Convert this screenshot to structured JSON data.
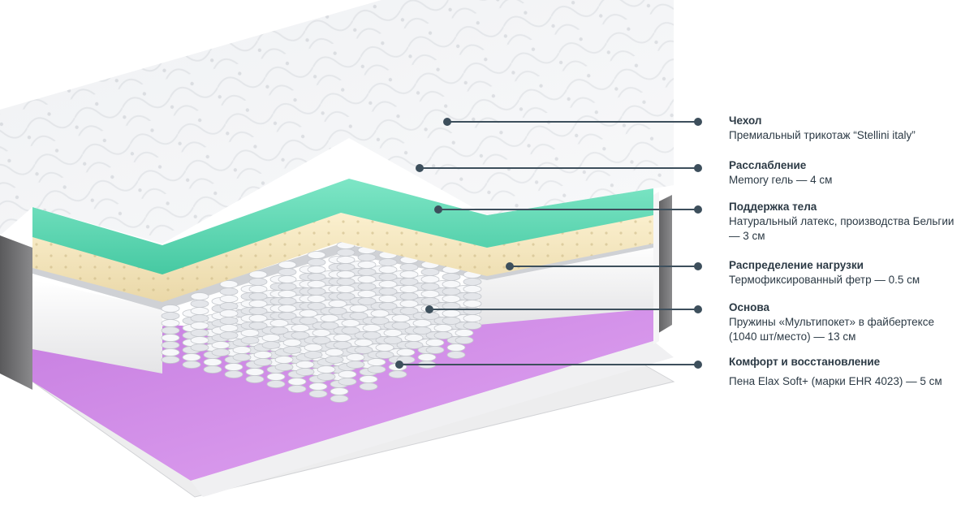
{
  "colors": {
    "leader_line": "#3d4f5c",
    "cover_fabric": "#f1f2f4",
    "gel_layer": "#56d6b0",
    "latex_layer": "#f4e6be",
    "felt_layer": "#c9ccd0",
    "foam_white": "#f3f3f3",
    "base_foam": "#d28ee8",
    "side_panel": "#6d6d6d",
    "text": "#2c3a45"
  },
  "layers": [
    {
      "id": "cover",
      "title": "Чехол",
      "description": "Премиальный трикотаж “Stellini italy”",
      "icon": "knit-fabric"
    },
    {
      "id": "relax",
      "title": "Расслабление",
      "description": "Memory гель — 4 см",
      "icon": "gel-foam"
    },
    {
      "id": "support",
      "title": "Поддержка тела",
      "description": "Натуральный латекс, производства Бельгии — 3 см",
      "icon": "latex"
    },
    {
      "id": "distrib",
      "title": "Распределение нагрузки",
      "description": "Термофиксированный фетр — 0.5 см",
      "icon": "felt"
    },
    {
      "id": "base",
      "title": "Основа",
      "description": "Пружины «Мультипокет» в файбертексе (1040 шт/место) — 13 см",
      "icon": "pocket-springs"
    },
    {
      "id": "comfort",
      "title": "Комфорт и восстановление",
      "description": "Пена Elax Soft+ (марки EHR 4023) — 5 см",
      "icon": "elastic-foam"
    }
  ]
}
